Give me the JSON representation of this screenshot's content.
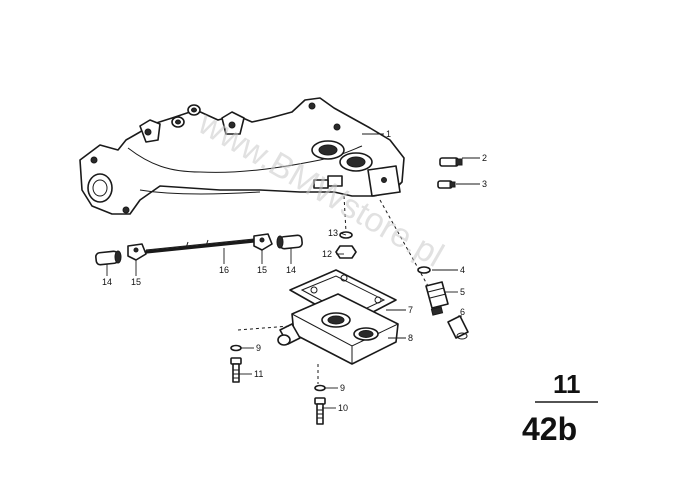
{
  "watermark": "www.BMWstore.pl",
  "group": {
    "top": "11",
    "bottom": "42b"
  },
  "callouts": [
    "1",
    "2",
    "3",
    "4",
    "5",
    "6",
    "7",
    "8",
    "9",
    "11",
    "9",
    "10",
    "12",
    "13",
    "14",
    "15",
    "16",
    "15",
    "14"
  ]
}
